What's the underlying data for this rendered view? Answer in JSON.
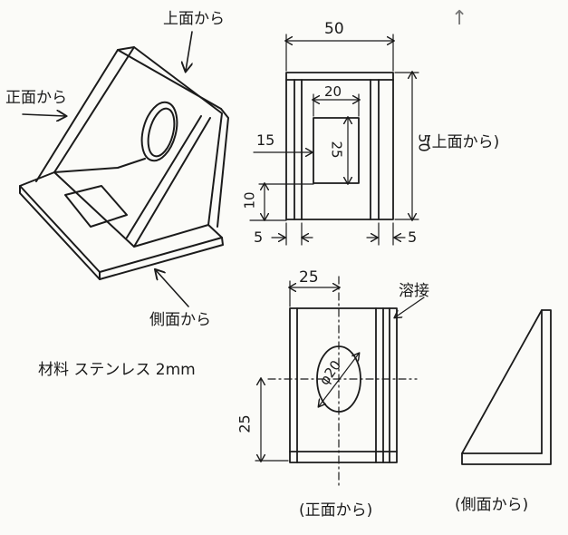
{
  "labels": {
    "iso_top": "上面から",
    "iso_front": "正面から",
    "iso_side": "側面から",
    "material": "材料 ステンレス 2mm",
    "arrow_mark": "↑"
  },
  "top_view": {
    "caption": "(上面から)",
    "dims": {
      "width": "50",
      "slot_width": "20",
      "offset_left": "15",
      "slot_height": "25",
      "height": "50",
      "bottom_offset": "10",
      "rib_left": "5",
      "rib_right": "5"
    }
  },
  "front_view": {
    "caption": "(正面から)",
    "weld_label": "溶接",
    "dims": {
      "center_x": "25",
      "center_y": "25",
      "hole": "φ20"
    }
  },
  "side_view": {
    "caption": "(側面から)"
  }
}
